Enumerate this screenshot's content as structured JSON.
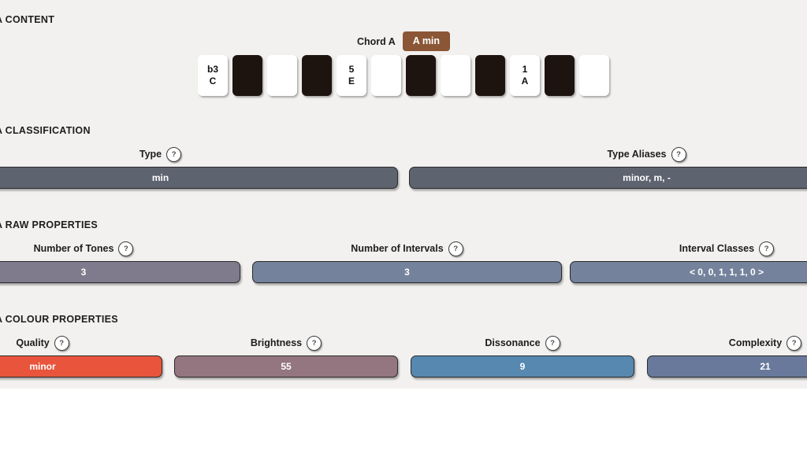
{
  "sections": {
    "content": {
      "title": "A CONTENT"
    },
    "classification": {
      "title": "A CLASSIFICATION"
    },
    "raw": {
      "title": "A RAW PROPERTIES"
    },
    "colour": {
      "title": "A COLOUR PROPERTIES"
    }
  },
  "chord": {
    "label": "Chord A",
    "badge": "A min",
    "badge_color": "#8a5636"
  },
  "keyboard": {
    "keys": [
      {
        "type": "white",
        "degree": "b3",
        "note": "C"
      },
      {
        "type": "black",
        "degree": "",
        "note": ""
      },
      {
        "type": "white",
        "degree": "",
        "note": ""
      },
      {
        "type": "black",
        "degree": "",
        "note": ""
      },
      {
        "type": "white",
        "degree": "5",
        "note": "E"
      },
      {
        "type": "white",
        "degree": "",
        "note": ""
      },
      {
        "type": "black",
        "degree": "",
        "note": ""
      },
      {
        "type": "white",
        "degree": "",
        "note": ""
      },
      {
        "type": "black",
        "degree": "",
        "note": ""
      },
      {
        "type": "white",
        "degree": "1",
        "note": "A"
      },
      {
        "type": "black",
        "degree": "",
        "note": ""
      },
      {
        "type": "white",
        "degree": "",
        "note": ""
      }
    ]
  },
  "help": {
    "glyph": "?"
  },
  "classification": [
    {
      "label": "Type",
      "value": "min",
      "color": "#5d636f"
    },
    {
      "label": "Type Aliases",
      "value": "minor, m, -",
      "color": "#5d636f"
    }
  ],
  "raw_properties": [
    {
      "label": "Number of Tones",
      "value": "3",
      "color": "#807b8c"
    },
    {
      "label": "Number of Intervals",
      "value": "3",
      "color": "#74829c"
    },
    {
      "label": "Interval Classes",
      "value": "< 0, 0, 1, 1, 1, 0 >",
      "color": "#74829c"
    }
  ],
  "colour_properties": [
    {
      "label": "Quality",
      "value": "minor",
      "color": "#e8553c"
    },
    {
      "label": "Brightness",
      "value": "55",
      "color": "#937680"
    },
    {
      "label": "Dissonance",
      "value": "9",
      "color": "#5688b0"
    },
    {
      "label": "Complexity",
      "value": "21",
      "color": "#68799b"
    }
  ]
}
